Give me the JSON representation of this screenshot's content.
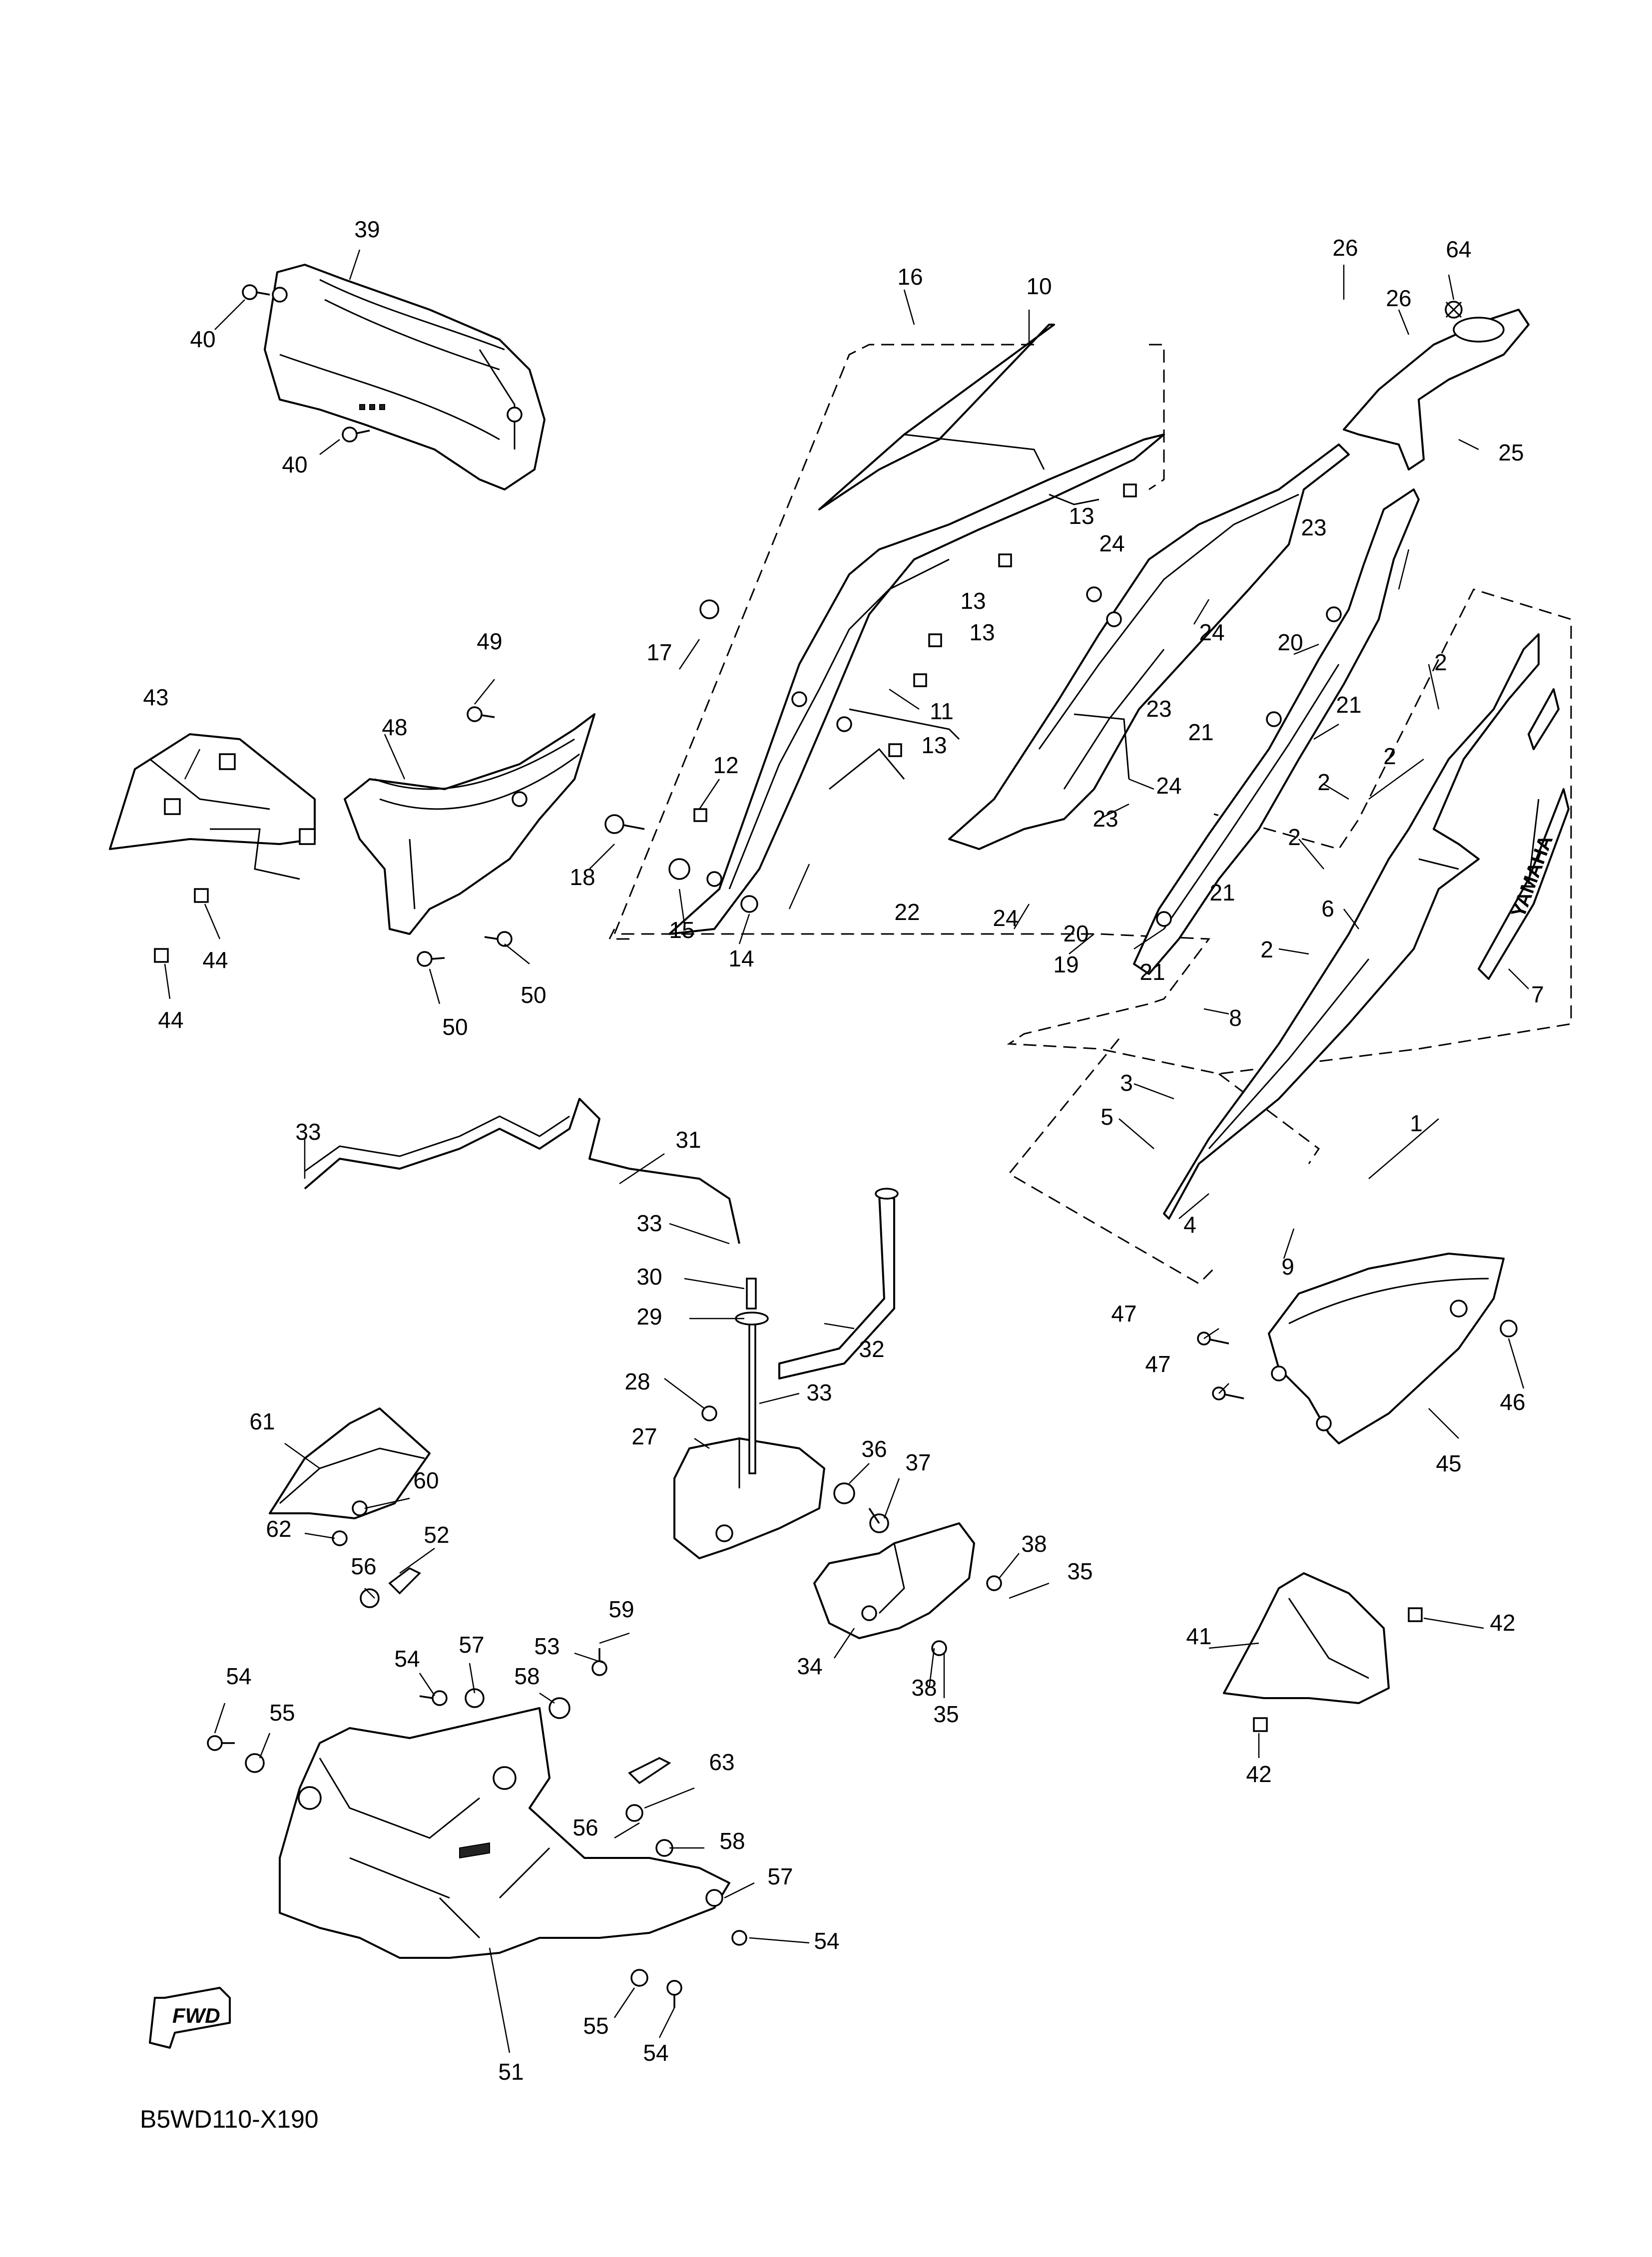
{
  "diagram_code": "B5WD110-X190",
  "fwd_label": "FWD",
  "brand_text": "YAMAHA",
  "callouts": [
    "1",
    "2",
    "2",
    "2",
    "2",
    "2",
    "3",
    "4",
    "5",
    "6",
    "7",
    "8",
    "9",
    "10",
    "11",
    "12",
    "13",
    "13",
    "13",
    "13",
    "14",
    "15",
    "16",
    "17",
    "18",
    "19",
    "20",
    "20",
    "21",
    "21",
    "21",
    "21",
    "22",
    "23",
    "23",
    "23",
    "24",
    "24",
    "24",
    "24",
    "25",
    "26",
    "26",
    "28",
    "27",
    "29",
    "30",
    "31",
    "32",
    "33",
    "33",
    "33",
    "34",
    "35",
    "35",
    "36",
    "37",
    "38",
    "38",
    "39",
    "40",
    "40",
    "41",
    "42",
    "42",
    "43",
    "44",
    "44",
    "45",
    "46",
    "47",
    "47",
    "48",
    "49",
    "50",
    "50",
    "51",
    "52",
    "53",
    "54",
    "54",
    "54",
    "54",
    "55",
    "55",
    "56",
    "56",
    "57",
    "57",
    "58",
    "58",
    "59",
    "60",
    "61",
    "62",
    "63",
    "64"
  ]
}
